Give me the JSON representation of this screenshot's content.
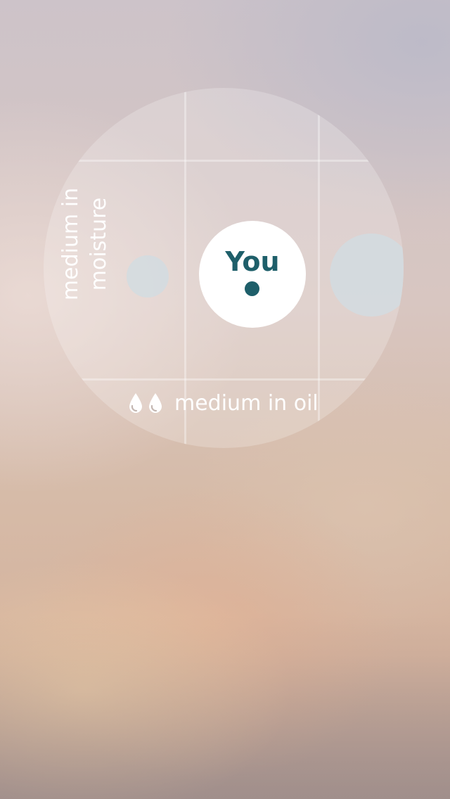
{
  "result": {
    "marker_label": "You",
    "moisture_label_line1": "medium in",
    "moisture_label_line2": "moisture",
    "oil_label": "medium in oil"
  },
  "icons": {
    "oil_level_icon": "water-drop-icon",
    "oil_drop_count": 2
  },
  "colors": {
    "accent": "#1e5f6a",
    "marker_background": "#ffffff",
    "neighbor_bubble": "#d2dce0"
  }
}
